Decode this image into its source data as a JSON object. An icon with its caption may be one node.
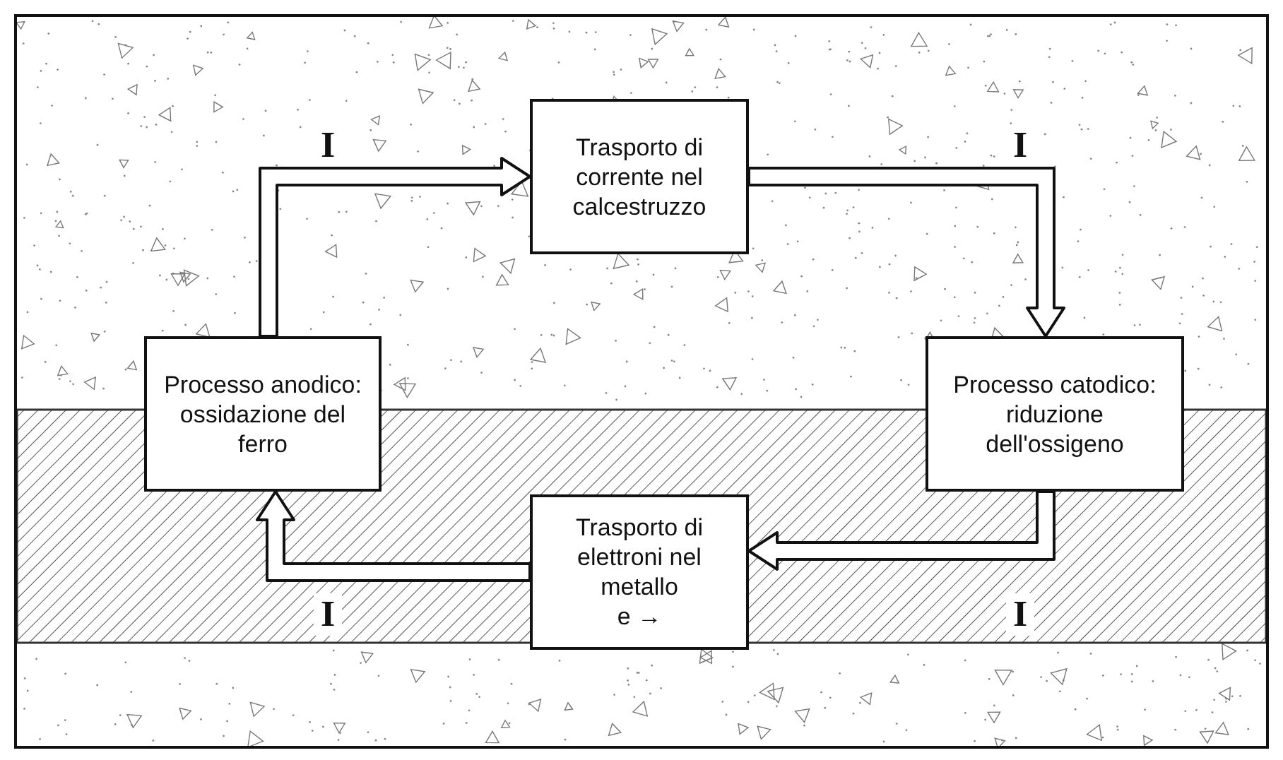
{
  "diagram": {
    "nodes": [
      {
        "text": [
          "Processo anodico: ossidazione del ferro"
        ]
      },
      {
        "text": [
          "Trasporto di corrente nel calcestruzzo"
        ]
      },
      {
        "text": [
          "Processo catodico: riduzione dell'ossigeno"
        ]
      },
      {
        "text": [
          "Trasporto di elettroni nel metallo",
          "e →"
        ]
      }
    ],
    "edges": [
      {
        "from": 0,
        "to": 1,
        "arrow": "to",
        "label": "I"
      },
      {
        "from": 1,
        "to": 2,
        "arrow": "to",
        "label": "I"
      },
      {
        "from": 2,
        "to": 3,
        "arrow": "to",
        "label": "I"
      },
      {
        "from": 3,
        "to": 0,
        "arrow": "to",
        "label": "I"
      }
    ]
  }
}
